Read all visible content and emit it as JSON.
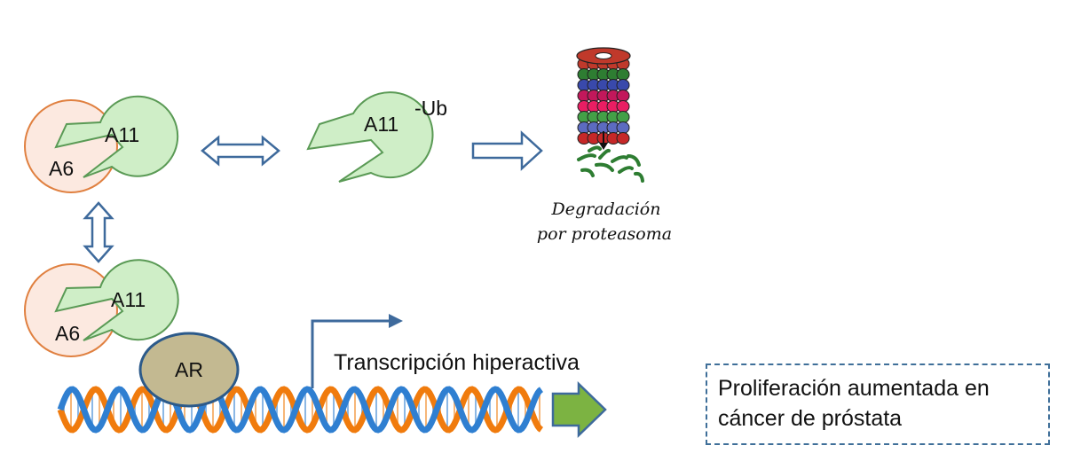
{
  "complex_top": {
    "left_label": "A6",
    "right_label": "A11"
  },
  "complex_bottom": {
    "left_label": "A6",
    "right_label": "A11"
  },
  "ubiquitinated": {
    "label": "A11",
    "tag": "-Ub"
  },
  "receptor": {
    "label": "AR"
  },
  "degradation": {
    "line1": "Degradación",
    "line2": "por proteasoma"
  },
  "transcription": {
    "label": "Transcripción hiperactiva"
  },
  "outcome": {
    "line1": "Proliferación aumentada en",
    "line2": "cáncer de próstata"
  },
  "colors": {
    "a6_fill": "#fce9e0",
    "a6_stroke": "#e08040",
    "a11_fill": "#cfeec7",
    "a11_stroke": "#5a9a55",
    "ar_fill": "#c3b991",
    "ar_stroke": "#2c5a8a",
    "arrow_stroke": "#3e6a9c",
    "dna_orange": "#f07b0d",
    "dna_blue": "#2f7fd1",
    "green_arrow": "#7cb342",
    "box_border": "#3f6f99"
  },
  "icons": [
    "double-arrow-icon",
    "right-arrow-icon",
    "proteasome-icon",
    "peptide-fragments-icon",
    "bent-arrow-icon",
    "dna-helix-icon",
    "chevron-arrow-icon"
  ]
}
